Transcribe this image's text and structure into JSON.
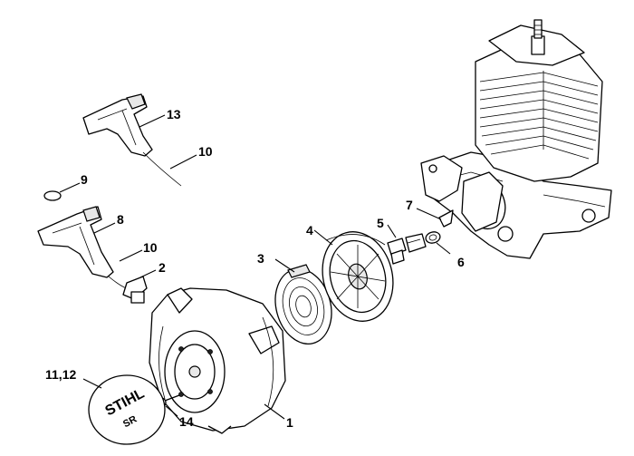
{
  "callouts": {
    "c1": "1",
    "c2": "2",
    "c3": "3",
    "c4": "4",
    "c5": "5",
    "c6": "6",
    "c7": "7",
    "c8": "8",
    "c9": "9",
    "c10a": "10",
    "c10b": "10",
    "c11_12": "11,12",
    "c13": "13",
    "c14": "14"
  },
  "badge": {
    "brand": "STIHL",
    "model": "SR"
  }
}
